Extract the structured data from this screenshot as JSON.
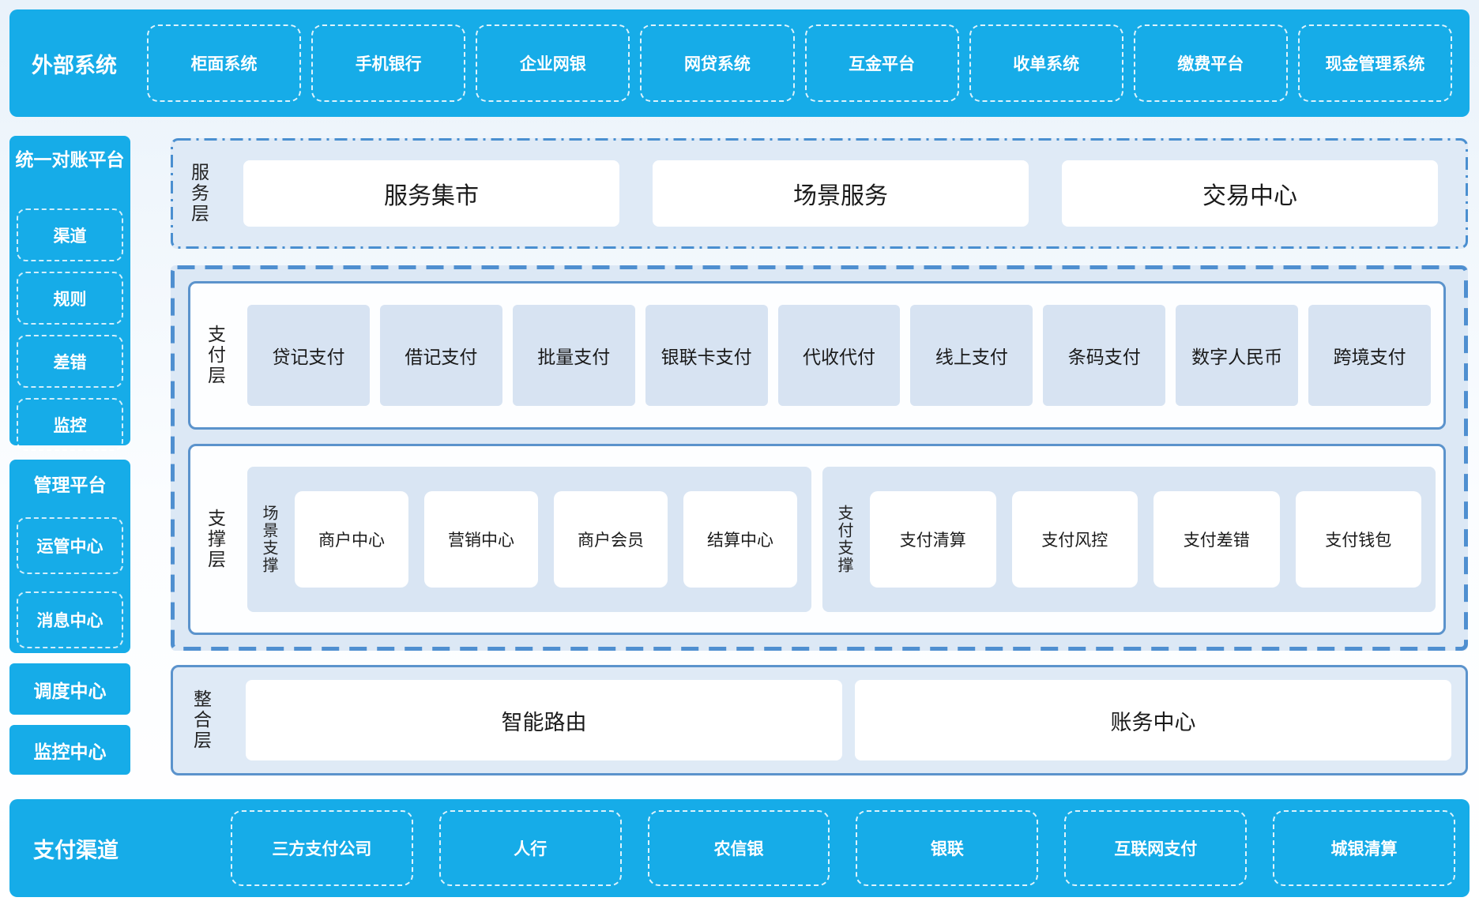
{
  "external": {
    "label": "外部系统",
    "items": [
      "柜面系统",
      "手机银行",
      "企业网银",
      "网贷系统",
      "互金平台",
      "收单系统",
      "缴费平台",
      "现金管理系统"
    ]
  },
  "sidebar": {
    "reconciliation": {
      "title": "统一对账平台",
      "items": [
        "渠道",
        "规则",
        "差错",
        "监控"
      ]
    },
    "management": {
      "title": "管理平台",
      "items": [
        "运管中心",
        "消息中心"
      ]
    },
    "scheduling_center": "调度中心",
    "monitoring_center": "监控中心"
  },
  "service_layer": {
    "label": "服务层",
    "items": [
      "服务集市",
      "场景服务",
      "交易中心"
    ]
  },
  "payment_layer": {
    "label": "支付层",
    "items": [
      "贷记支付",
      "借记支付",
      "批量支付",
      "银联卡支付",
      "代收代付",
      "线上支付",
      "条码支付",
      "数字人民币",
      "跨境支付"
    ]
  },
  "support_layer": {
    "label": "支撑层",
    "groups": [
      {
        "label": "场景支撑",
        "items": [
          "商户中心",
          "营销中心",
          "商户会员",
          "结算中心"
        ]
      },
      {
        "label": "支付支撑",
        "items": [
          "支付清算",
          "支付风控",
          "支付差错",
          "支付钱包"
        ]
      }
    ]
  },
  "integration_layer": {
    "label": "整合层",
    "items": [
      "智能路由",
      "账务中心"
    ]
  },
  "channels": {
    "label": "支付渠道",
    "items": [
      "三方支付公司",
      "人行",
      "农信银",
      "银联",
      "互联网支付",
      "城银清算"
    ]
  },
  "colors": {
    "accent_blue": "#16ace8",
    "panel_light_blue": "#dce8f5",
    "item_light_blue": "#d7e3f2",
    "solid_border_blue": "#5b93cc",
    "dashed_border_blue": "#4f8fd0",
    "text_dark": "#1a1a1a",
    "text_white": "#ffffff"
  }
}
